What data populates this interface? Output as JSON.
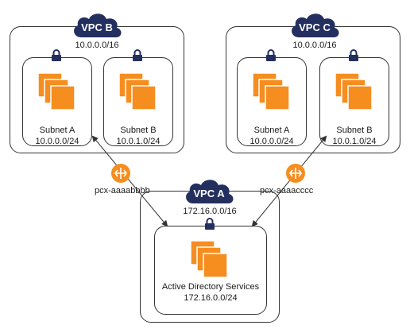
{
  "vpc_b": {
    "title": "VPC B",
    "cidr": "10.0.0.0/16",
    "subnets": [
      {
        "name": "Subnet A",
        "cidr": "10.0.0.0/24"
      },
      {
        "name": "Subnet B",
        "cidr": "10.0.1.0/24"
      }
    ]
  },
  "vpc_c": {
    "title": "VPC C",
    "cidr": "10.0.0.0/16",
    "subnets": [
      {
        "name": "Subnet A",
        "cidr": "10.0.0.0/24"
      },
      {
        "name": "Subnet B",
        "cidr": "10.0.1.0/24"
      }
    ]
  },
  "vpc_a": {
    "title": "VPC A",
    "cidr": "172.16.0.0/16",
    "subnet": {
      "name": "Active Directory Services",
      "cidr": "172.16.0.0/24"
    }
  },
  "peering": [
    {
      "label": "pcx-aaaabbbb"
    },
    {
      "label": "pcx-aaaacccc"
    }
  ],
  "colors": {
    "cloud": "#232f5e",
    "instance": "#f58d1f",
    "peering": "#f58d1f",
    "border": "#333333"
  },
  "icons": [
    "cloud-icon",
    "lock-icon",
    "ec2-instances-icon",
    "peering-connection-icon"
  ]
}
